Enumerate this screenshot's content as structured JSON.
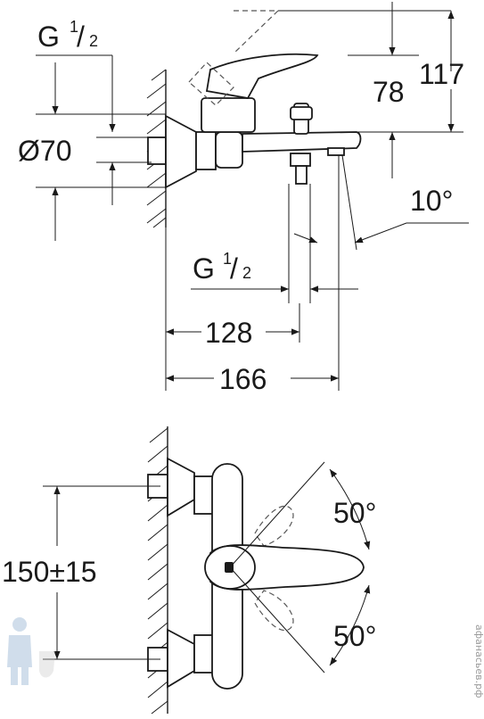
{
  "colors": {
    "line": "#1a1a1a",
    "background": "#ffffff",
    "watermark": "#9a9a9a"
  },
  "side_view": {
    "thread_top": {
      "base": "G",
      "num": "1",
      "den": "2"
    },
    "diameter": "Ø70",
    "dim_78": "78",
    "dim_117": "117",
    "angle_spout": "10°",
    "thread_spout": {
      "base": "G",
      "num": "1",
      "den": "2"
    },
    "dim_128": "128",
    "dim_166": "166"
  },
  "top_view": {
    "spacing": "150±15",
    "angle_upper": "50°",
    "angle_lower": "50°"
  },
  "watermark": "афанасьев.рф"
}
